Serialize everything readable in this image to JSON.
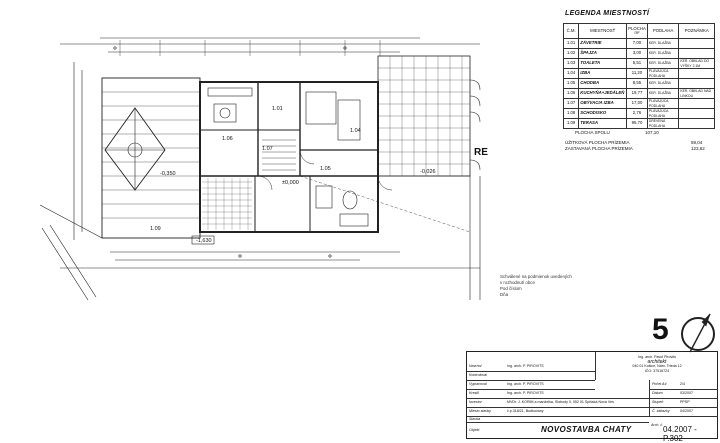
{
  "legend": {
    "title": "LEGENDA MIESTNOSTÍ",
    "headers": {
      "num": "Č.M.",
      "room": "MIESTNOSŤ",
      "area": "PLOCHA m²",
      "floor": "PODLAHA",
      "note": "POZNÁMKA"
    },
    "rows": [
      {
        "num": "1.01",
        "room": "ZÁVETRIE",
        "area": "7,00",
        "floor": "KER. DLAŽBA",
        "note": ""
      },
      {
        "num": "1.02",
        "room": "ŠPAJZA",
        "area": "3,00",
        "floor": "KER. DLAŽBA",
        "note": ""
      },
      {
        "num": "1.03",
        "room": "TOALETA",
        "area": "5,51",
        "floor": "KER. DLAŽBA",
        "note": "KER. OBKLAD DO VÝŠKY 2.1M"
      },
      {
        "num": "1.04",
        "room": "IZBA",
        "area": "11,20",
        "floor": "PLÁVAJÚCA PODLAHA",
        "note": ""
      },
      {
        "num": "1.05",
        "room": "CHODBA",
        "area": "8,55",
        "floor": "KER. DLAŽBA",
        "note": ""
      },
      {
        "num": "1.06",
        "room": "KUCHYŇA+JEDÁLEŇ",
        "area": "19,77",
        "floor": "KER. DLAŽBA",
        "note": "KER. OBKLAD NAD LINKOU"
      },
      {
        "num": "1.07",
        "room": "OBÝVACIA IZBA",
        "area": "17,00",
        "floor": "PLÁVAJÚCA PODLAHA",
        "note": ""
      },
      {
        "num": "1.08",
        "room": "SCHODISKO",
        "area": "2,76",
        "floor": "PLÁVAJÚCA PODLAHA",
        "note": ""
      },
      {
        "num": "1.09",
        "room": "TERASA",
        "area": "95,70",
        "floor": "DREVENÁ PODLAHA",
        "note": ""
      }
    ],
    "total_label": "PLOCHA SPOLU",
    "total_value": "107,10",
    "usable_label": "ÚŽITKOVÁ PLOCHA PRÍZEMIA",
    "usable_value": "59,04",
    "built_label": "ZASTAVANÁ PLOCHA PRÍZEMIA",
    "built_value": "123,62"
  },
  "plan": {
    "room_labels": [
      "1.06",
      "1.07",
      "1.04",
      "1.05",
      "1.01",
      "1.09"
    ],
    "levels": [
      "-0,350",
      "-0,026",
      "±0,000",
      "-1,630"
    ],
    "marker": "RE"
  },
  "stamp": {
    "line1": "Schválené na podmienok uvedených",
    "line2": "v rozhodnutí obce",
    "line3": "Pod číslom",
    "line4": "Dňa"
  },
  "north": {
    "number": "5"
  },
  "title_block": {
    "rows": [
      {
        "label": "Navrhol",
        "value": "Ing. arch. P. PIROVITS"
      },
      {
        "label": "Kontroloval",
        "value": ""
      },
      {
        "label": "Vypracoval",
        "value": "Ing. arch. P. PIROVITS"
      },
      {
        "label": "Kreslil",
        "value": "Ing. arch. P. PIROVITS"
      },
      {
        "label": "Investor",
        "value": "MVDr. J. KORIM a manželka, Slobody 3, 052 01 Spišská Nová Ves"
      },
      {
        "label": "Miesto stavby",
        "value": "č.p.318/21, Budkovany"
      },
      {
        "label": "Stavba",
        "value": ""
      }
    ],
    "office": [
      "Ing. arch. Pavol Pirovits",
      "architekt",
      "040 01 Košice, Nám. Trieda 12",
      "IČO: 37516724"
    ],
    "right": [
      {
        "label": "Počet A4",
        "value": "2/4"
      },
      {
        "label": "Dátum",
        "value": "03/2007"
      },
      {
        "label": "Stupeň",
        "value": "PPSP"
      },
      {
        "label": "Č. zákazky",
        "value": "04/2007"
      }
    ],
    "object_label": "Objekt",
    "project": "NOVOSTAVBA CHATY",
    "sheet_label": "Arch. č.",
    "code": "04.2007 - P.302"
  }
}
